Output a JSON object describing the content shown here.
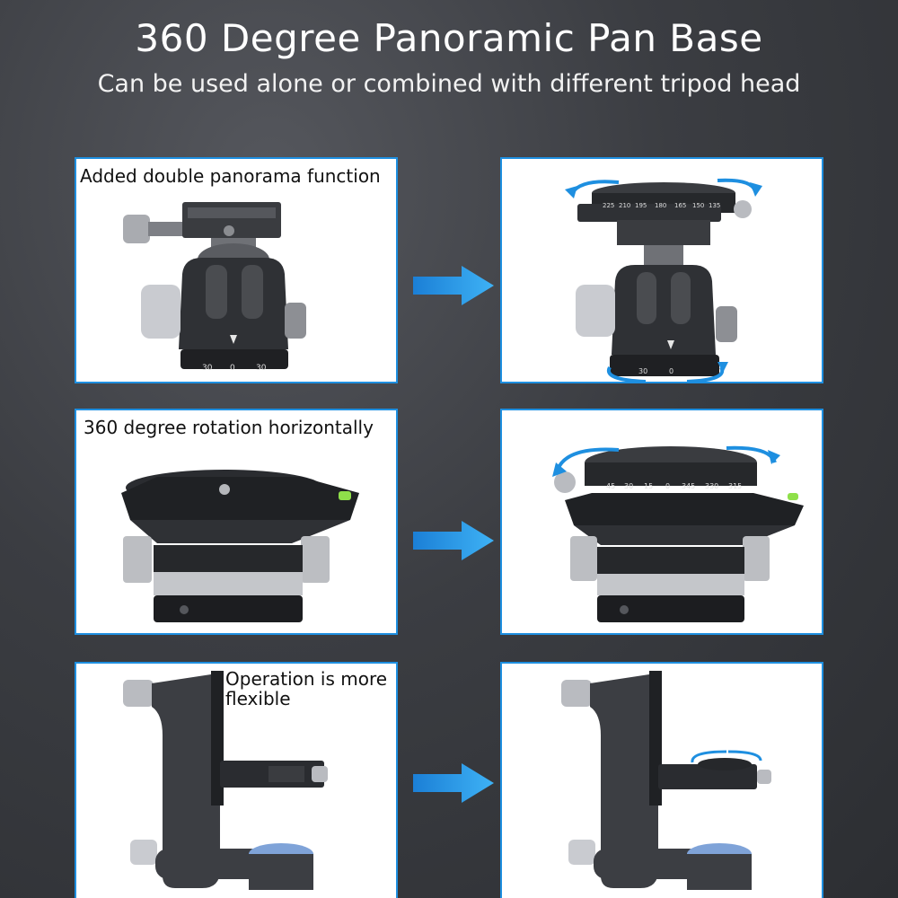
{
  "header": {
    "title": "360 Degree Panoramic Pan Base",
    "subtitle": "Can be used alone or combined with different tripod head"
  },
  "rows": [
    {
      "label": "Added double panorama function"
    },
    {
      "label": "360 degree rotation horizontally"
    },
    {
      "label_line1": "Operation is more",
      "label_line2": "flexible"
    }
  ],
  "dial_marks": {
    "row1_left": [
      "30",
      "0",
      "30"
    ],
    "row1_right_top": [
      "225",
      "210",
      "195",
      "180",
      "165",
      "150",
      "135"
    ],
    "row1_right_bottom": [
      "30",
      "0"
    ],
    "row2_right": [
      "45",
      "30",
      "15",
      "0",
      "345",
      "330",
      "315"
    ]
  },
  "colors": {
    "accent": "#1e8fe0",
    "arrow": "#2aa3ee"
  }
}
